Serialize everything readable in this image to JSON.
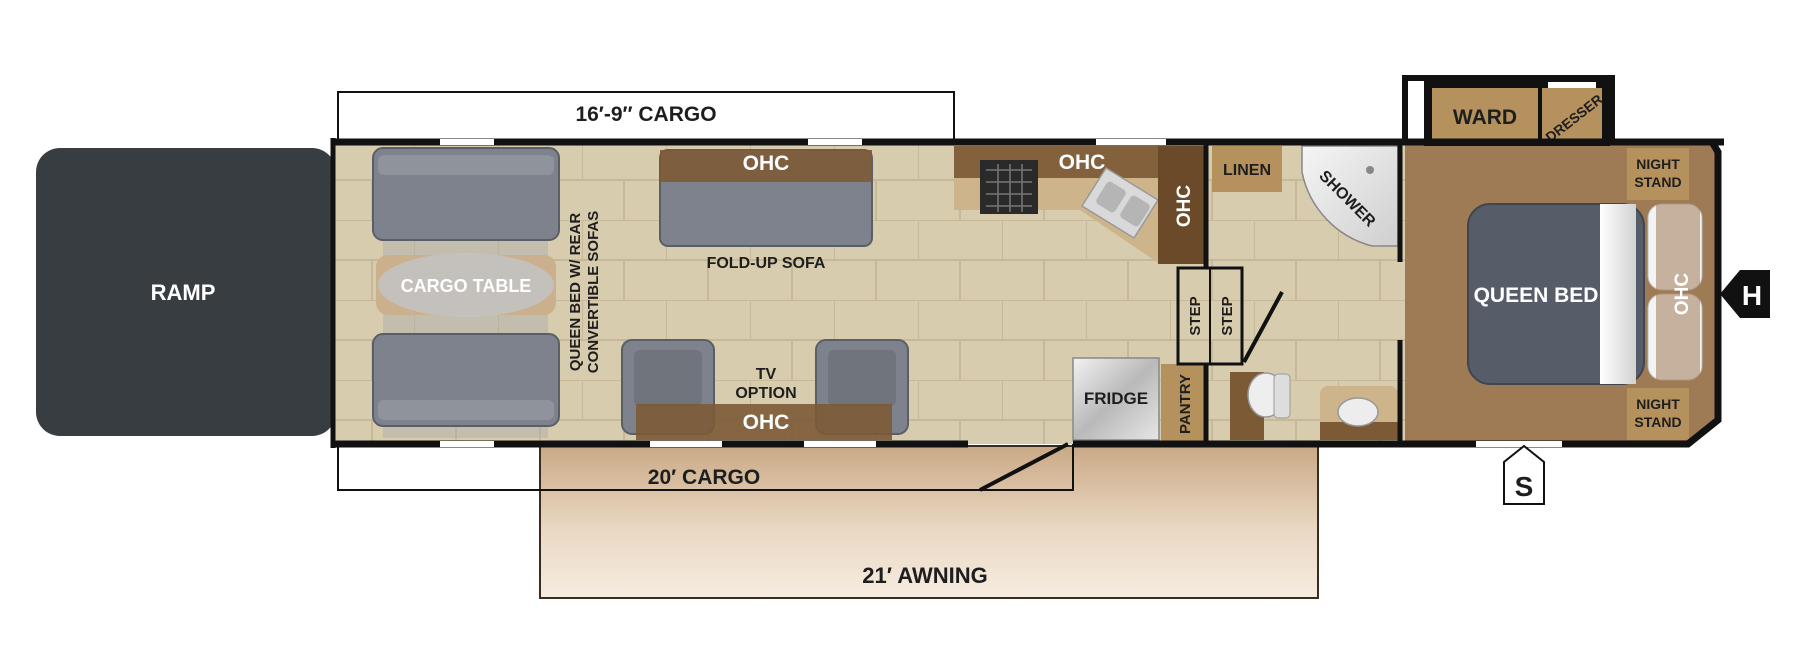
{
  "labels": {
    "ramp": "RAMP",
    "cargo_table": "CARGO TABLE",
    "queen_bed_sofas_line1": "QUEEN BED W/ REAR",
    "queen_bed_sofas_line2": "CONVERTIBLE SOFAS",
    "ohc_front": "OHC",
    "fold_up_sofa": "FOLD-UP SOFA",
    "tv_option_line1": "TV",
    "tv_option_line2": "OPTION",
    "ohc_tv": "OHC",
    "ohc_kitchen": "OHC",
    "ohc_corner": "OHC",
    "fridge": "FRIDGE",
    "pantry": "PANTRY",
    "step_1": "STEP",
    "step_2": "STEP",
    "linen": "LINEN",
    "shower": "SHOWER",
    "ward": "WARD",
    "dresser": "DRESSER",
    "night_stand_top_line1": "NIGHT",
    "night_stand_top_line2": "STAND",
    "night_stand_bottom_line1": "NIGHT",
    "night_stand_bottom_line2": "STAND",
    "queen_bed": "QUEEN BED",
    "ohc_bed": "OHC",
    "hitch_badge": "H",
    "slide_badge": "S"
  },
  "dimensions": {
    "cargo_top": "16′-9″ CARGO",
    "cargo_bottom": "20′ CARGO",
    "awning": "21′ AWNING"
  },
  "colors": {
    "ramp": "#383d42",
    "floor_tile": "#d8ccae",
    "bedroom_floor": "#9e7a55",
    "cabinet": "#b5915e",
    "cabinet_dark": "#6b4a2a",
    "sofa": "#7d828c",
    "bed": "#565d69",
    "awning": "#e8d4bd",
    "wall": "#111111"
  }
}
